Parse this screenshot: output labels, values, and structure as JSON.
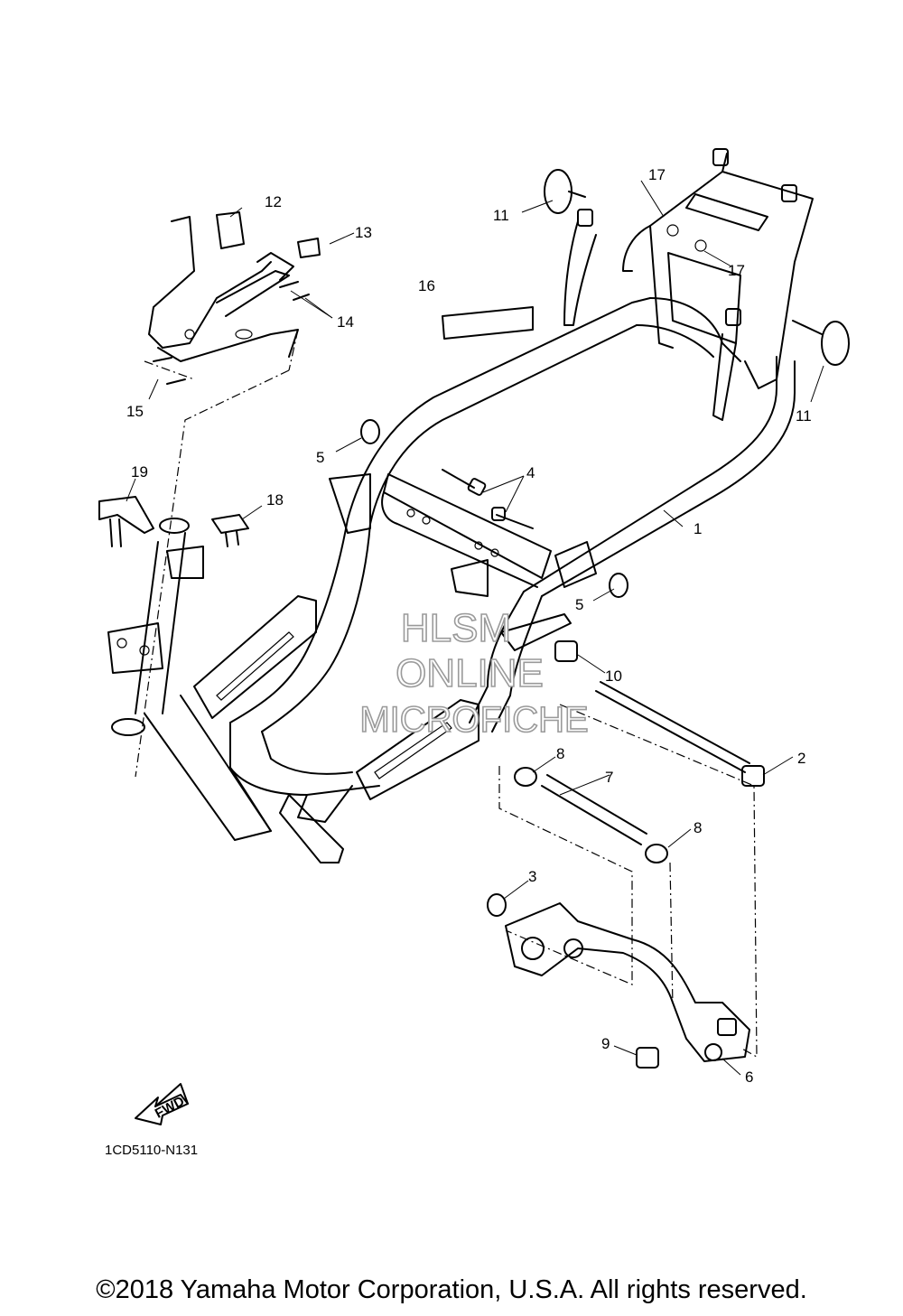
{
  "diagram": {
    "code": "1CD5110-N131",
    "copyright": "©2018 Yamaha Motor Corporation, U.S.A. All rights reserved.",
    "watermark": [
      "HLSM",
      "ONLINE",
      "MICROFICHE"
    ],
    "fwd_label": "FWD",
    "callouts": {
      "c1": "1",
      "c2": "2",
      "c3": "3",
      "c4": "4",
      "c5a": "5",
      "c5b": "5",
      "c6": "6",
      "c7": "7",
      "c8a": "8",
      "c8b": "8",
      "c9": "9",
      "c10": "10",
      "c11a": "11",
      "c11b": "11",
      "c12": "12",
      "c13": "13",
      "c14": "14",
      "c15": "15",
      "c16": "16",
      "c17a": "17",
      "c17b": "17",
      "c18": "18",
      "c19": "19"
    }
  }
}
